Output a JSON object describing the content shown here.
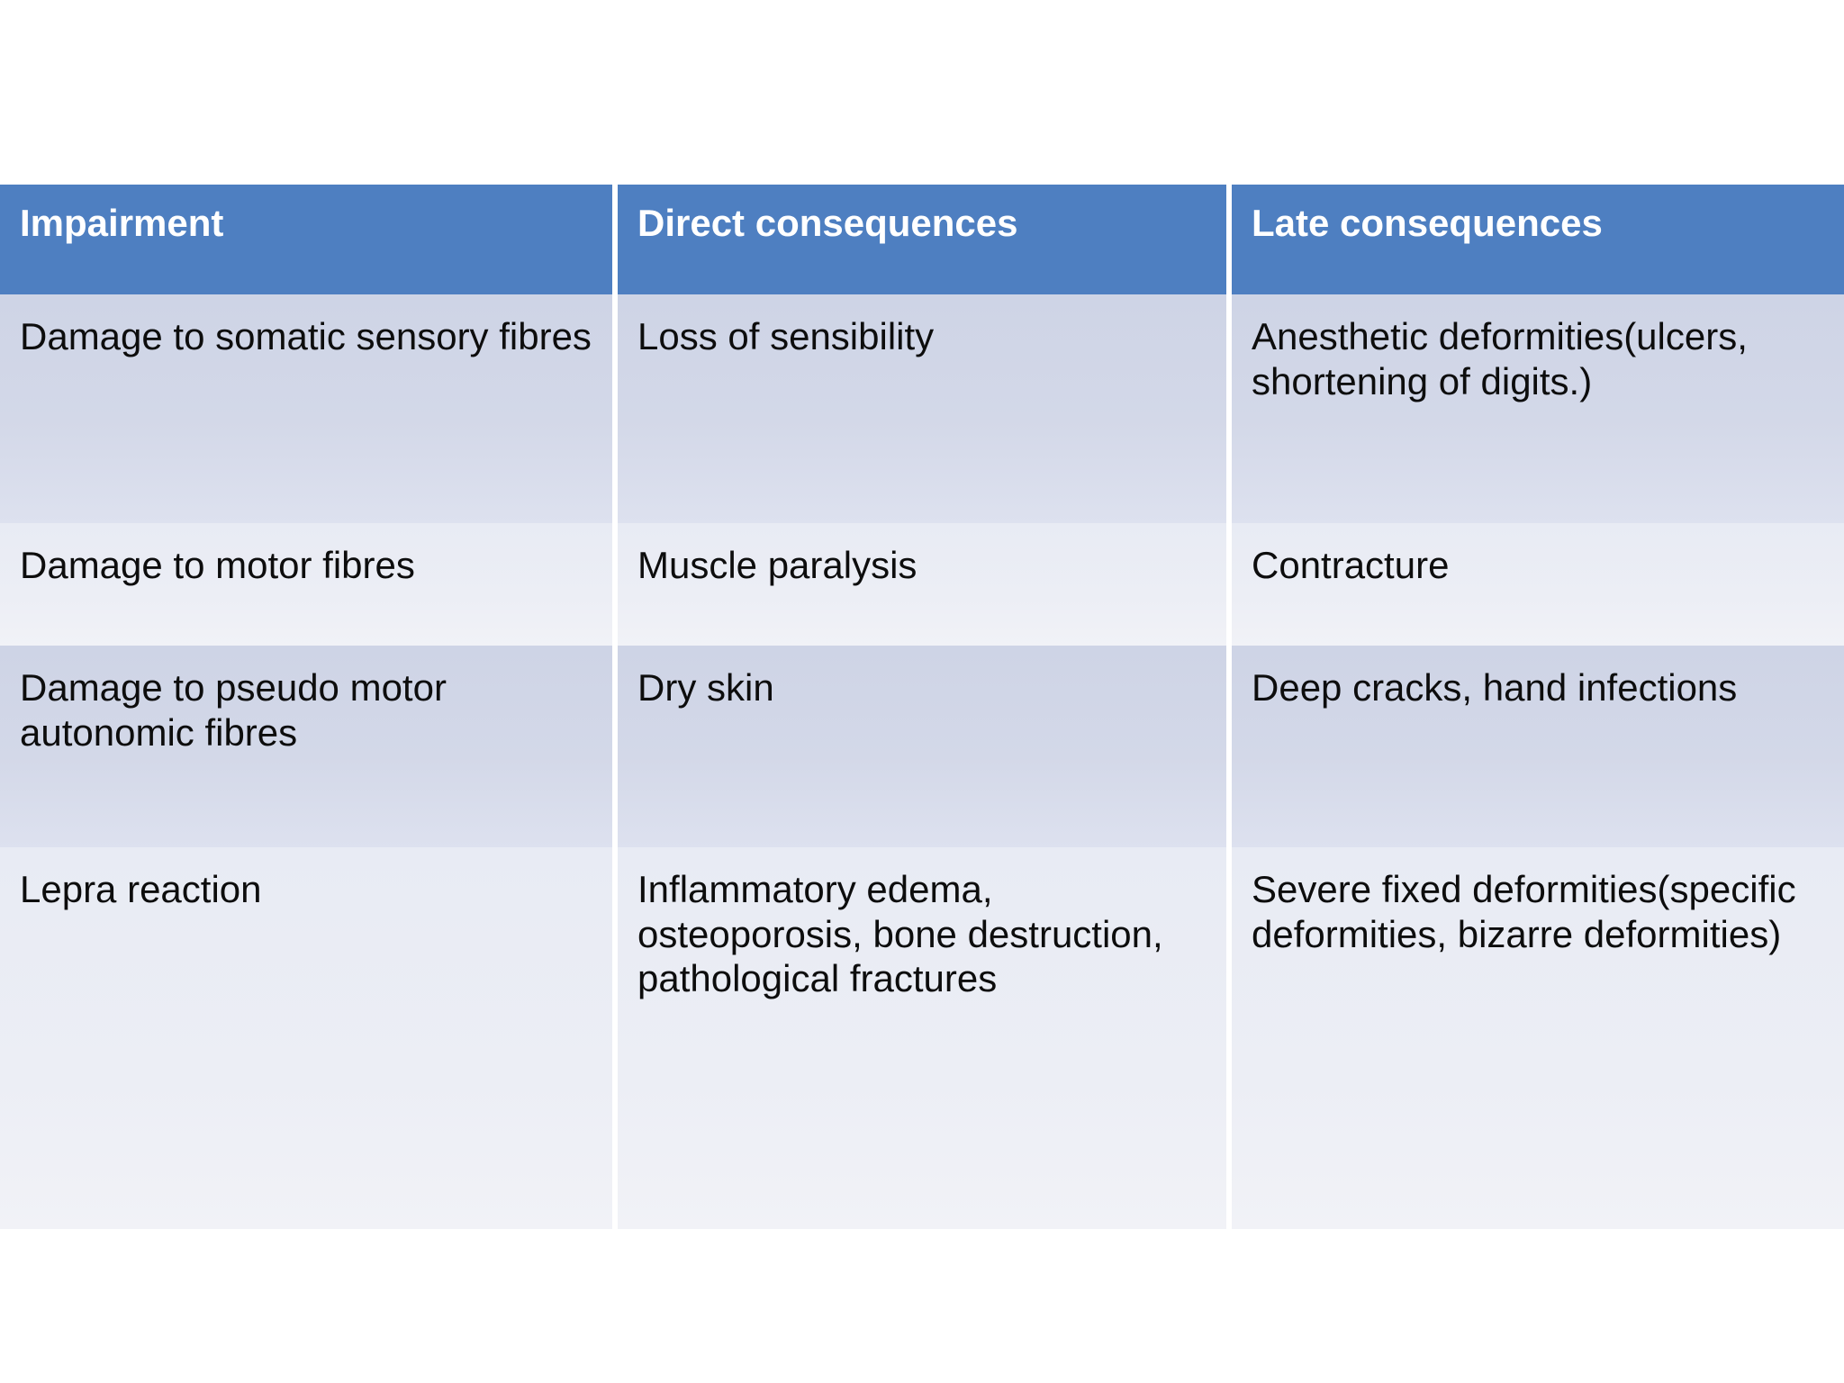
{
  "slide": {
    "background_color": "#ffffff",
    "header_accent_color": "#4e7fc1",
    "header_text_color": "#ffffff",
    "body_text_color": "#0d0d0d",
    "band_dark_color": "#d3d8e8",
    "band_light_color": "#eceef5"
  },
  "table": {
    "columns": [
      {
        "label": "Impairment"
      },
      {
        "label": "Direct consequences"
      },
      {
        "label": "Late consequences"
      }
    ],
    "rows": [
      {
        "impairment": "Damage to somatic sensory fibres",
        "direct": "Loss of sensibility",
        "late": "Anesthetic deformities(ulcers, shortening of digits.)"
      },
      {
        "impairment": "Damage to motor fibres",
        "direct": "Muscle paralysis",
        "late": "Contracture"
      },
      {
        "impairment": "Damage to pseudo motor autonomic fibres",
        "direct": "Dry skin",
        "late": "Deep cracks, hand infections"
      },
      {
        "impairment": "Lepra reaction",
        "direct": "Inflammatory edema, osteoporosis, bone destruction, pathological fractures",
        "late": "Severe fixed deformities(specific deformities, bizarre deformities)"
      }
    ]
  }
}
